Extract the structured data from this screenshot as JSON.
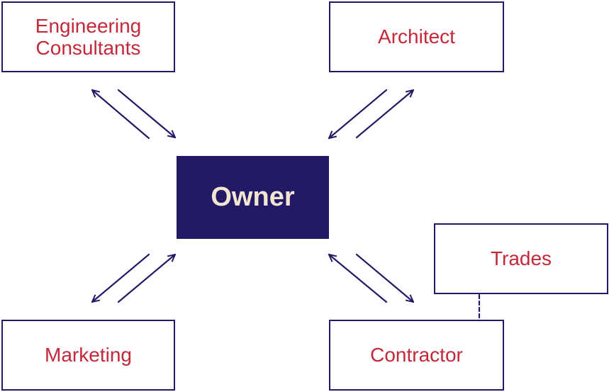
{
  "nodes": {
    "engineering": "Engineering\nConsultants",
    "architect": "Architect",
    "owner": "Owner",
    "trades": "Trades",
    "marketing": "Marketing",
    "contractor": "Contractor"
  },
  "colors": {
    "navy": "#221a66",
    "label_red": "#c4283a",
    "owner_text": "#f3e6d0",
    "background": "#ffffff"
  }
}
